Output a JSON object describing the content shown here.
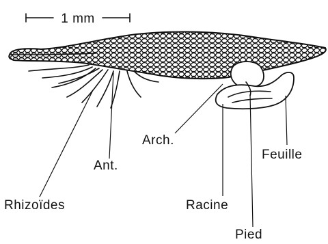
{
  "scale_bar": {
    "label": "1 mm"
  },
  "labels": {
    "arch": "Arch.",
    "feuille": "Feuille",
    "ant": "Ant.",
    "rhizoides": "Rhizoïdes",
    "racine": "Racine",
    "pied": "Pied"
  }
}
